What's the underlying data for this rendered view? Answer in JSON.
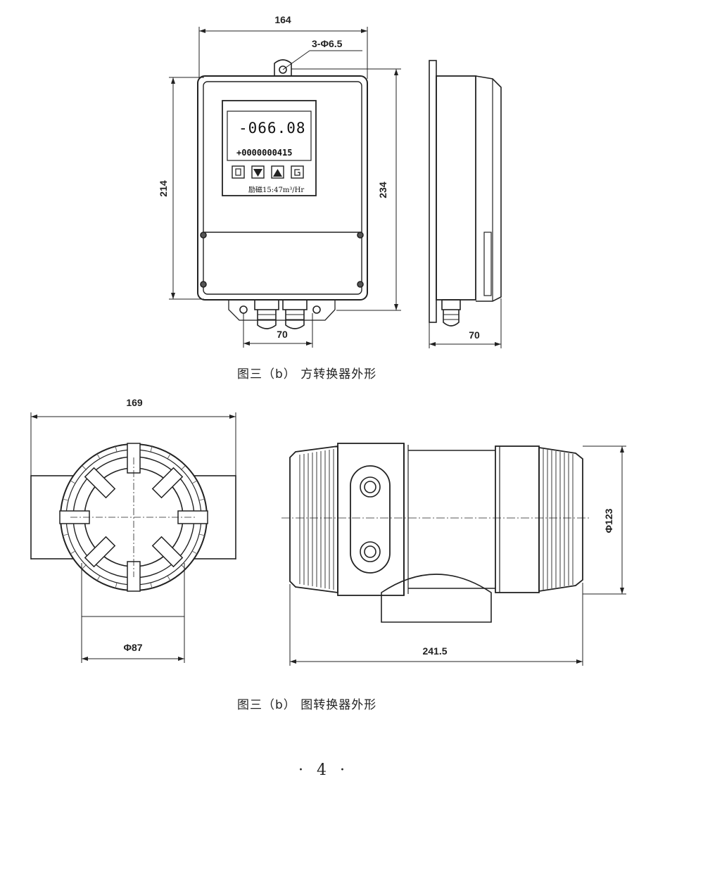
{
  "top_figure": {
    "dim_width": "164",
    "dim_holes": "3-Φ6.5",
    "dim_height_inner": "214",
    "dim_height_outer": "234",
    "dim_bottom_gap": "70",
    "dim_side_depth": "70",
    "display_value": "-066.08",
    "display_total": "+0000000415",
    "display_status": "励磁15:47m³/Hr",
    "caption": "图三（b） 方转换器外形"
  },
  "bottom_figure": {
    "dim_width": "169",
    "dim_diameter_small": "Φ87",
    "dim_diameter_large": "Φ123",
    "dim_length": "241.5",
    "caption": "图三（b） 图转换器外形"
  },
  "page_number": "· 4 ·"
}
